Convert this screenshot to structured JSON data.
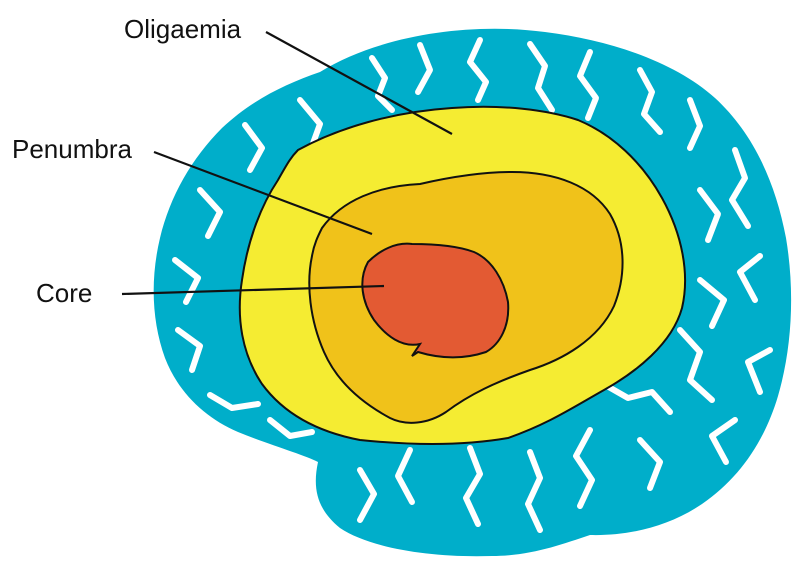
{
  "labels": {
    "oligaemia": "Oligaemia",
    "penumbra": "Penumbra",
    "core": "Core"
  },
  "colors": {
    "brain": "#00aeca",
    "sulci": "#ffffff",
    "oligaemia": "#f5ec32",
    "penumbra": "#f0c21a",
    "core": "#e35a33",
    "outline": "#111111"
  }
}
